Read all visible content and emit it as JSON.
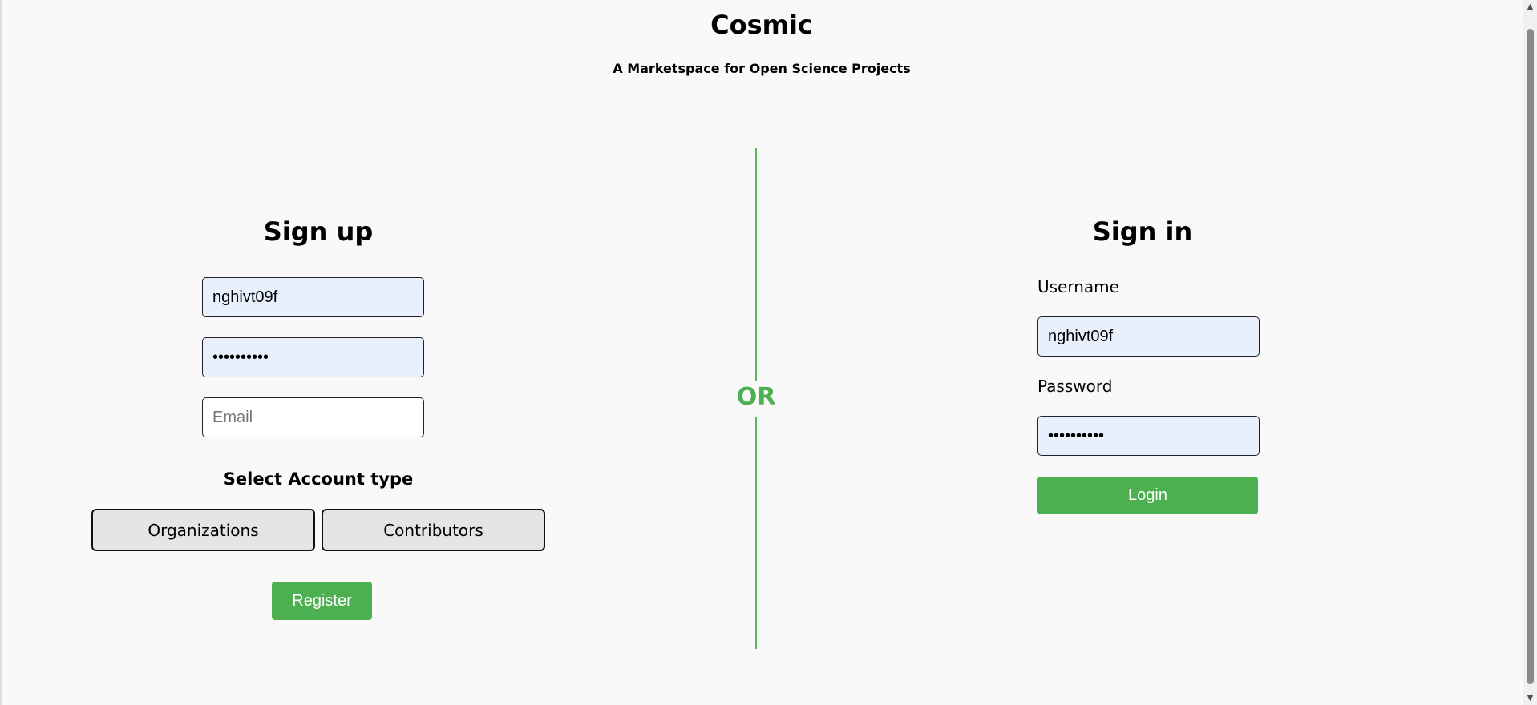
{
  "header": {
    "title": "Cosmic",
    "subtitle": "A Marketspace for Open Science Projects"
  },
  "signup": {
    "title": "Sign up",
    "username_value": "nghivt09f",
    "password_value": "••••••••••",
    "email_placeholder": "Email",
    "account_type_heading": "Select Account type",
    "account_types": [
      "Organizations",
      "Contributors"
    ],
    "register_label": "Register"
  },
  "divider": {
    "label": "OR"
  },
  "signin": {
    "title": "Sign in",
    "username_label": "Username",
    "username_value": "nghivt09f",
    "password_label": "Password",
    "password_value": "••••••••••",
    "login_label": "Login"
  },
  "colors": {
    "accent": "#4caf50",
    "autofill_bg": "#e8f0fe",
    "page_bg": "#f9f9f9",
    "account_button_bg": "#e6e5e3"
  },
  "icons": {
    "scroll_up": "triangle-up-icon",
    "scroll_down": "triangle-down-icon"
  }
}
